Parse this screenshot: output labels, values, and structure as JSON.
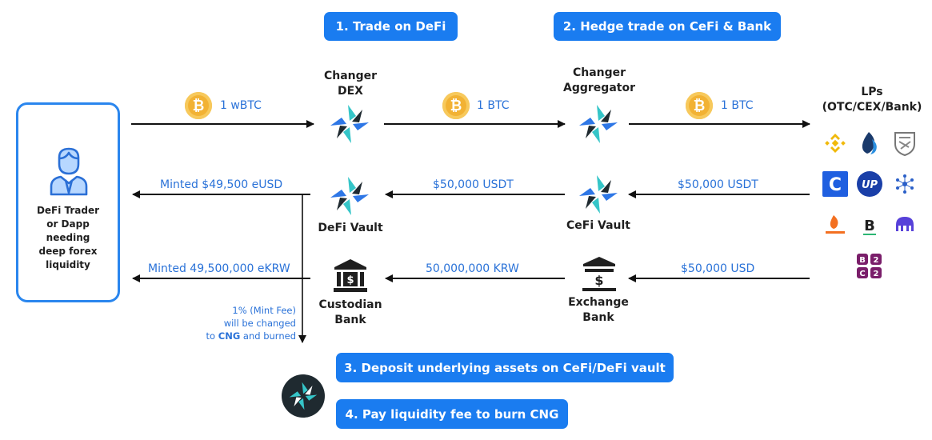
{
  "steps": {
    "step1": "1. Trade on DeFi",
    "step2": "2. Hedge trade on CeFi & Bank",
    "step3": "3. Deposit underlying assets on CeFi/DeFi vault",
    "step4": "4. Pay liquidity fee to burn CNG"
  },
  "nodes": {
    "trader": "DeFi Trader or Dapp needing deep forex liquidity",
    "changer_dex": "Changer DEX",
    "changer_aggregator": "Changer Aggregator",
    "lps": "LPs (OTC/CEX/Bank)",
    "defi_vault": "DeFi Vault",
    "cefi_vault": "CeFi Vault",
    "custodian_bank": "Custodian Bank",
    "exchange_bank": "Exchange Bank"
  },
  "flows": {
    "trader_to_dex": "1 wBTC",
    "dex_to_aggregator": "1 BTC",
    "aggregator_to_lps": "1 BTC",
    "defi_to_trader": "Minted $49,500 eUSD",
    "cefi_to_defi": "$50,000 USDT",
    "lps_to_cefi_usdt": "$50,000 USDT",
    "custodian_to_trader": "Minted 49,500,000 eKRW",
    "exchange_to_custodian": "50,000,000 KRW",
    "lps_to_exchange_usd": "$50,000 USD"
  },
  "fee_note": {
    "line1": "1% (Mint Fee)",
    "line2": "will be changed",
    "line3_prefix": "to",
    "line3_cng": "CNG",
    "line3_suffix": "and burned"
  },
  "colors": {
    "accent_blue": "#1a7cf0",
    "flow_text": "#2a72d8",
    "coin_gold": "#f2b234",
    "logo_teal": "#35c5c8",
    "logo_blue": "#2e77e6",
    "logo_dark": "#1f2a30"
  },
  "icons": [
    "bitcoin-icon",
    "changer-logo-icon",
    "bank-icon",
    "user-icon",
    "cng-token-icon"
  ]
}
